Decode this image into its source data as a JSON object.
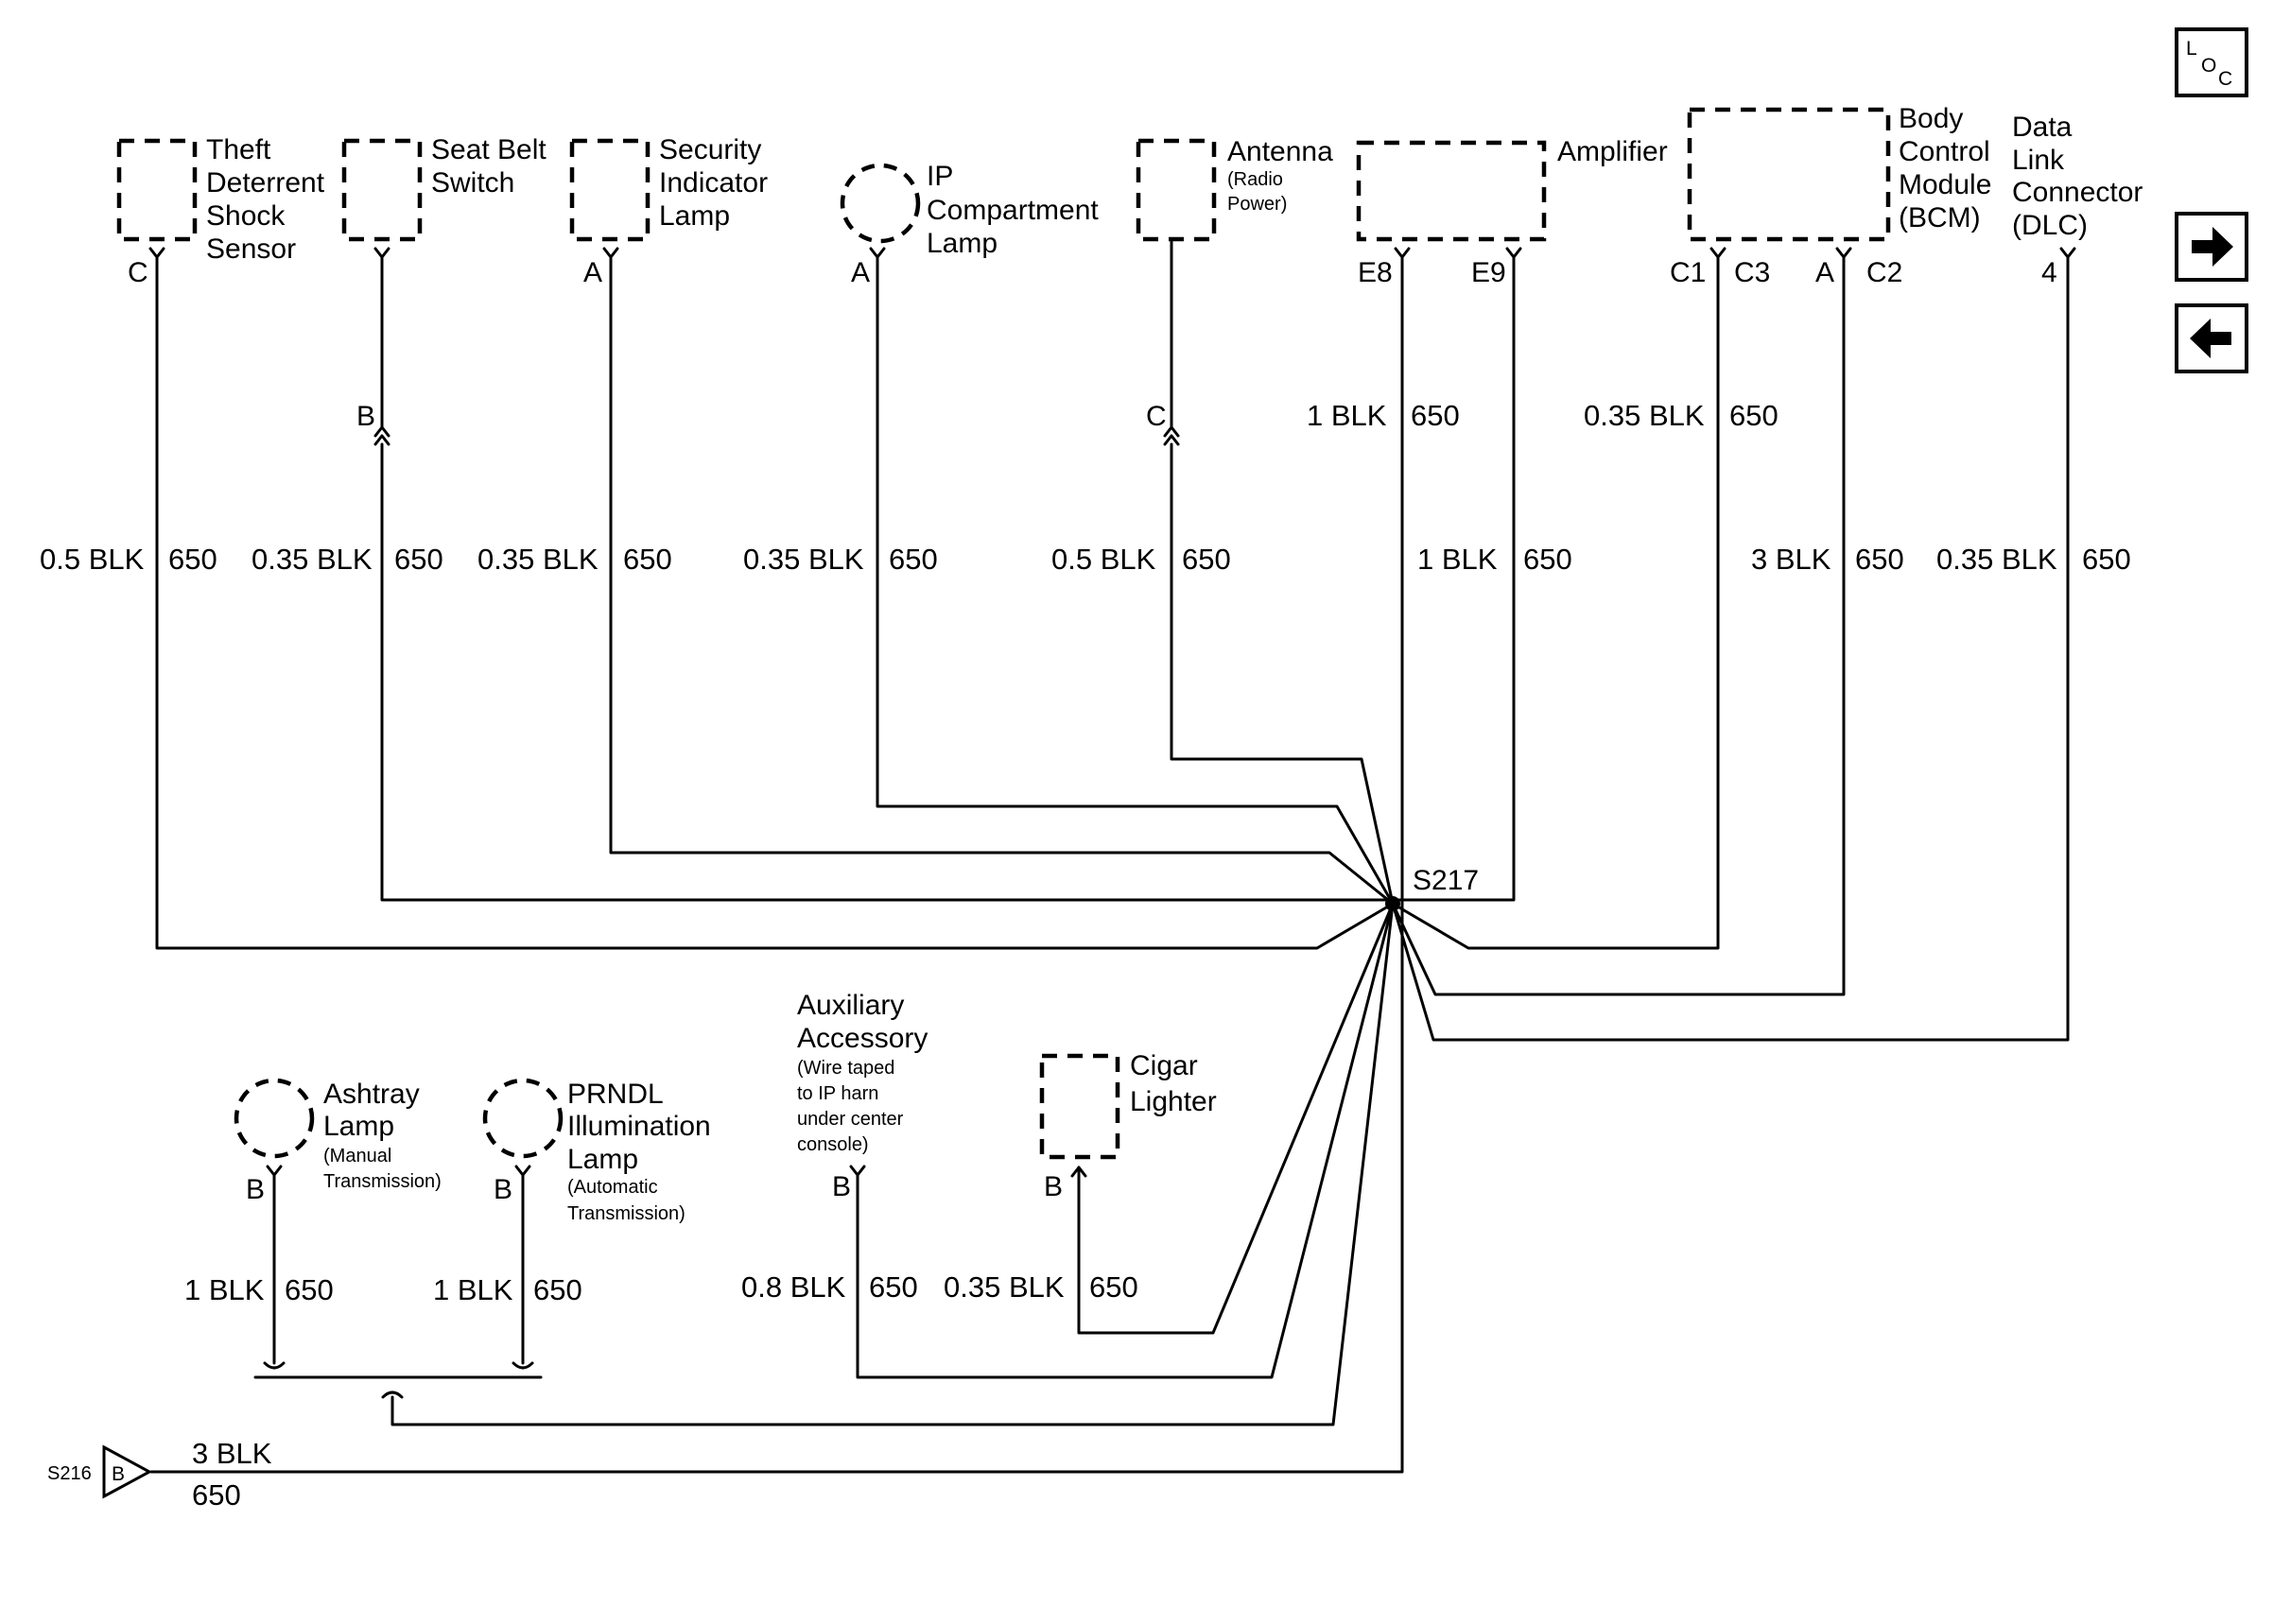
{
  "diagram": {
    "splice_main": "S217",
    "splice_ref": "S216",
    "splice_ref_pin": "B",
    "ground_wire": {
      "size": "3 BLK",
      "circuit": "650"
    }
  },
  "toolbar": {
    "loc_label_l": "L",
    "loc_label_o": "O",
    "loc_label_c": "C",
    "next_icon": "arrow-right-icon",
    "prev_icon": "arrow-left-icon"
  },
  "components": {
    "theft": {
      "lines": [
        "Theft",
        "Deterrent",
        "Shock",
        "Sensor"
      ],
      "pin": "C"
    },
    "seatbelt": {
      "lines": [
        "Seat Belt",
        "Switch"
      ],
      "conn_pin": "B"
    },
    "security": {
      "lines": [
        "Security",
        "Indicator",
        "Lamp"
      ],
      "pin": "A"
    },
    "ipcomp": {
      "lines": [
        "IP",
        "Compartment",
        "Lamp"
      ],
      "pin": "A"
    },
    "antenna": {
      "title": "Antenna",
      "notes": [
        "(Radio",
        "Power)"
      ],
      "conn_pin": "C"
    },
    "amplifier": {
      "title": "Amplifier",
      "pins": [
        "E8",
        "E9"
      ]
    },
    "bcm": {
      "lines": [
        "Body",
        "Control",
        "Module",
        "(BCM)"
      ],
      "pins": [
        "C1",
        "C3",
        "A",
        "C2"
      ]
    },
    "dlc": {
      "lines": [
        "Data",
        "Link",
        "Connector",
        "(DLC)"
      ],
      "pin": "4"
    },
    "ashtray": {
      "lines": [
        "Ashtray",
        "Lamp"
      ],
      "notes": [
        "(Manual",
        "Transmission)"
      ],
      "pin": "B"
    },
    "prndl": {
      "lines": [
        "PRNDL",
        "Illumination",
        "Lamp"
      ],
      "notes": [
        "(Automatic",
        "Transmission)"
      ],
      "pin": "B"
    },
    "aux": {
      "lines": [
        "Auxiliary",
        "Accessory"
      ],
      "notes": [
        "(Wire taped",
        "to IP harn",
        "under center",
        "console)"
      ],
      "pin": "B"
    },
    "cigar": {
      "lines": [
        "Cigar",
        "Lighter"
      ],
      "pin": "B"
    }
  },
  "wires": {
    "theft": {
      "size": "0.5 BLK",
      "circuit": "650"
    },
    "seatbelt": {
      "size": "0.35 BLK",
      "circuit": "650"
    },
    "security": {
      "size": "0.35 BLK",
      "circuit": "650"
    },
    "ipcomp": {
      "size": "0.35 BLK",
      "circuit": "650"
    },
    "antenna": {
      "size": "0.5 BLK",
      "circuit": "650"
    },
    "amp_e8": {
      "size": "1 BLK",
      "circuit": "650"
    },
    "amp_e9": {
      "size": "1 BLK",
      "circuit": "650"
    },
    "bcm_c3": {
      "size": "0.35 BLK",
      "circuit": "650"
    },
    "bcm_c2": {
      "size": "3 BLK",
      "circuit": "650"
    },
    "dlc": {
      "size": "0.35 BLK",
      "circuit": "650"
    },
    "ashtray": {
      "size": "1 BLK",
      "circuit": "650"
    },
    "prndl": {
      "size": "1 BLK",
      "circuit": "650"
    },
    "aux": {
      "size": "0.8 BLK",
      "circuit": "650"
    },
    "cigar": {
      "size": "0.35 BLK",
      "circuit": "650"
    }
  }
}
